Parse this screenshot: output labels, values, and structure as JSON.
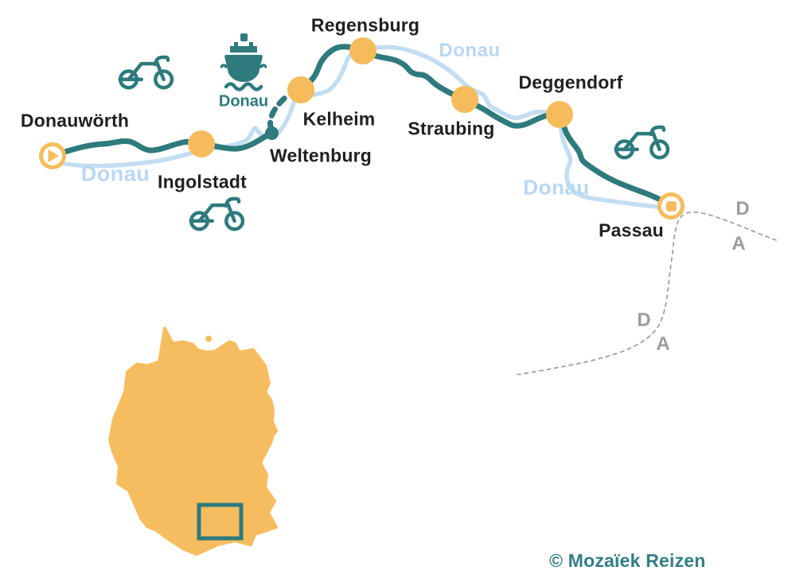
{
  "route": {
    "river_name": "Donau",
    "stops": [
      {
        "name": "Donauwörth",
        "marker": "start"
      },
      {
        "name": "Ingolstadt",
        "marker": "city"
      },
      {
        "name": "Weltenburg",
        "marker": "boat-transfer-dot"
      },
      {
        "name": "Kelheim",
        "marker": "city"
      },
      {
        "name": "Regensburg",
        "marker": "city"
      },
      {
        "name": "Straubing",
        "marker": "city"
      },
      {
        "name": "Deggendorf",
        "marker": "city"
      },
      {
        "name": "Passau",
        "marker": "end"
      }
    ],
    "river_labels": [
      "Donau",
      "Donau",
      "Donau"
    ],
    "boat_section": {
      "label": "Donau",
      "from": "Weltenburg",
      "to": "Kelheim"
    }
  },
  "border": {
    "country_labels": [
      {
        "top": "D",
        "bottom": "A"
      },
      {
        "top": "D",
        "bottom": "A"
      }
    ]
  },
  "inset": {
    "country_shape": "Germany",
    "has_region_highlight_box": true
  },
  "copyright": "© Mozaïek Reizen",
  "colors": {
    "route_teal": "#2e7a7d",
    "river_blue": "#c3ddf2",
    "marker_orange": "#f6bc5c",
    "label_dark": "#202023",
    "border_gray": "#9a9da0"
  }
}
